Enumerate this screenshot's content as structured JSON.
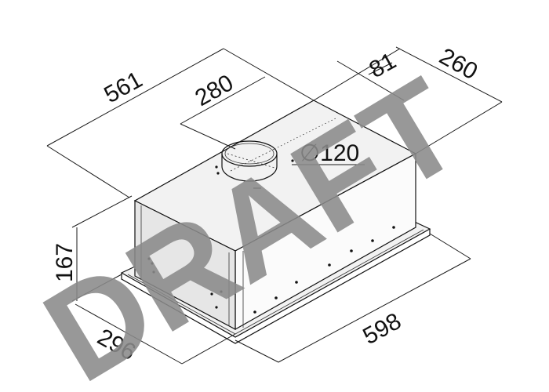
{
  "dimensions": {
    "depth_total": "561",
    "duct_offset": "280",
    "duct_offset_side": "81",
    "depth_body": "260",
    "duct_diameter": "∅120",
    "height": "167",
    "width_side": "296",
    "width_front": "598"
  },
  "watermark": "DRAFT"
}
